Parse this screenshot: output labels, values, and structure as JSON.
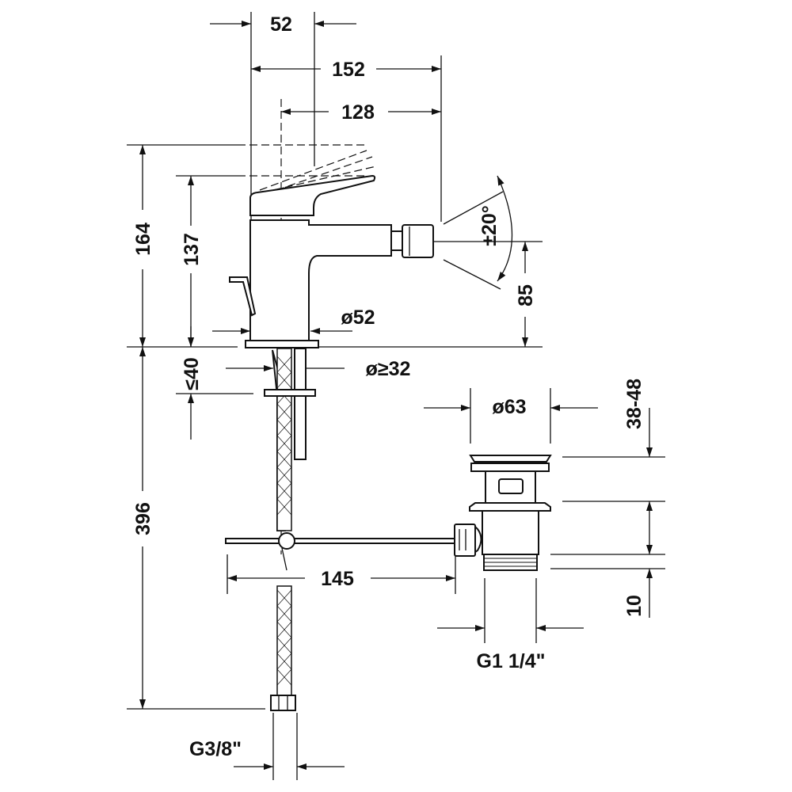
{
  "title": "Bidet mixer dimension drawing",
  "dimensions": {
    "top_52": "52",
    "width_152": "152",
    "width_128": "128",
    "height_164": "164",
    "height_137": "137",
    "diameter_52": "ø52",
    "max_40": "≤40",
    "hole_32": "ø≥32",
    "angle": "±20°",
    "spout_85": "85",
    "length_396": "396",
    "rod_145": "145",
    "connection_g38": "G3/8\"",
    "drain_63": "ø63",
    "drain_38_48": "38-48",
    "drain_10": "10",
    "drain_g114": "G1 1/4\""
  },
  "colors": {
    "line": "#111111",
    "background": "#ffffff"
  }
}
